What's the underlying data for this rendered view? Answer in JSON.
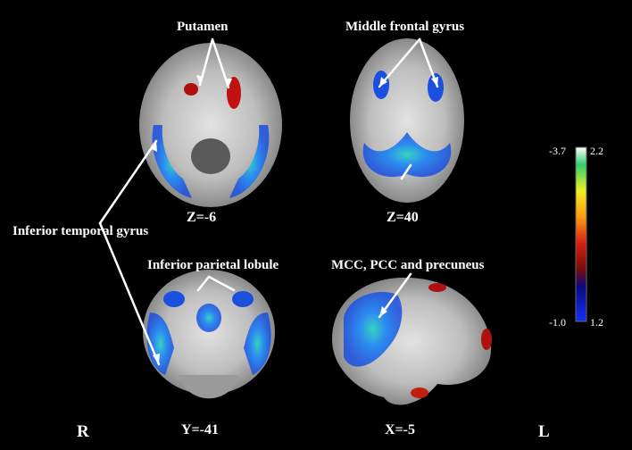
{
  "labels": {
    "putamen": "Putamen",
    "middle_frontal_gyrus": "Middle frontal gyrus",
    "inferior_temporal_gyrus": "Inferior temporal gyrus",
    "inferior_parietal_lobule": "Inferior parietal lobule",
    "mcc_pcc_precuneus": "MCC, PCC and precuneus"
  },
  "coordinates": {
    "axial_1": "Z=-6",
    "axial_2": "Z=40",
    "coronal": "Y=-41",
    "sagittal": "X=-5"
  },
  "orientation": {
    "right": "R",
    "left": "L"
  },
  "colorbar": {
    "negative_max": "-3.7",
    "negative_min": "-1.0",
    "positive_max": "2.2",
    "positive_min": "1.2"
  },
  "colors": {
    "background": "#000000",
    "negative_cluster": "#1a6cff",
    "positive_cluster": "#c01010",
    "arrow": "#ffffff"
  }
}
